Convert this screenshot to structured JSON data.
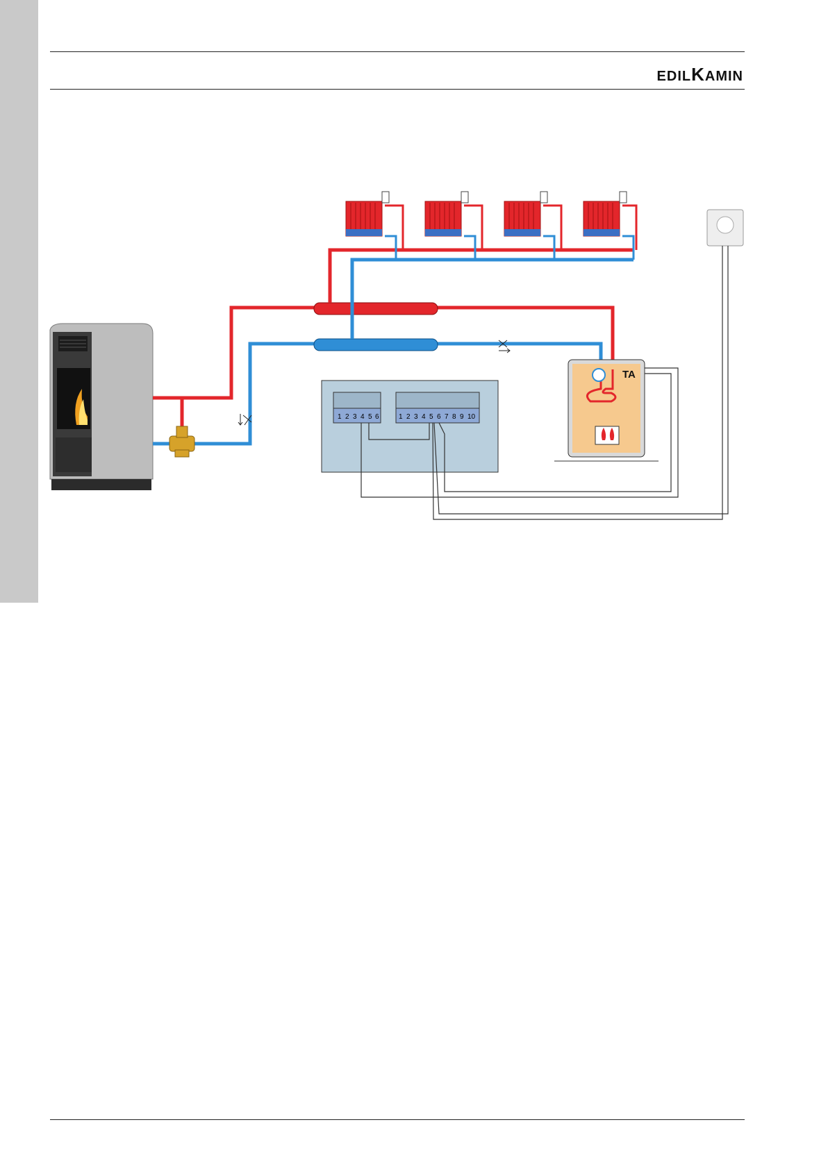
{
  "header": {
    "brand_part1": "EDIL",
    "brand_part2": "K",
    "brand_part3": "AMIN"
  },
  "diagram": {
    "boiler_label": "TA",
    "terminal_block_small": [
      "1",
      "2",
      "3",
      "4",
      "5",
      "6"
    ],
    "terminal_block_large": [
      "1",
      "2",
      "3",
      "4",
      "5",
      "6",
      "7",
      "8",
      "9",
      "10"
    ]
  },
  "colors": {
    "hot_pipe": "#e3262b",
    "cold_pipe": "#2f8ed6",
    "panel": "#b9cfdd",
    "boiler_fill": "#f6c98e",
    "side_strip": "#c9c9c9"
  }
}
